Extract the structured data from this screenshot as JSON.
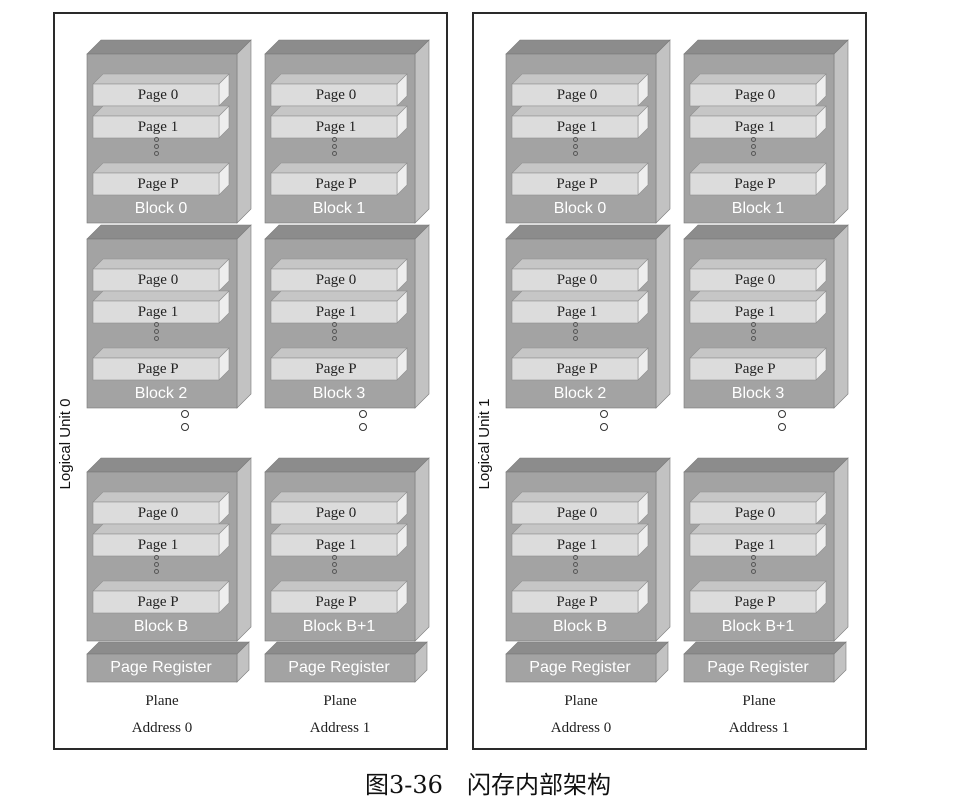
{
  "units": [
    {
      "label": "Logical Unit 0",
      "planes": [
        {
          "blocks": [
            "Block 0",
            "Block 2",
            "Block B"
          ],
          "register": "Page Register",
          "plane_text": "Plane",
          "address_text": "Address 0"
        },
        {
          "blocks": [
            "Block 1",
            "Block 3",
            "Block B+1"
          ],
          "register": "Page Register",
          "plane_text": "Plane",
          "address_text": "Address 1"
        }
      ]
    },
    {
      "label": "Logical Unit 1",
      "planes": [
        {
          "blocks": [
            "Block 0",
            "Block 2",
            "Block B"
          ],
          "register": "Page Register",
          "plane_text": "Plane",
          "address_text": "Address 0"
        },
        {
          "blocks": [
            "Block 1",
            "Block 3",
            "Block B+1"
          ],
          "register": "Page Register",
          "plane_text": "Plane",
          "address_text": "Address 1"
        }
      ]
    }
  ],
  "pages": [
    "Page 0",
    "Page 1",
    "Page P"
  ],
  "caption": "图3-36　闪存内部架构",
  "colors": {
    "block_front": "#a3a3a3",
    "block_top": "#8c8c8c",
    "block_side": "#c2c2c2",
    "page_front": "#dcdcdc",
    "page_top": "#c6c6c6",
    "page_side": "#eeeeee",
    "border": "#2a2a2a"
  }
}
